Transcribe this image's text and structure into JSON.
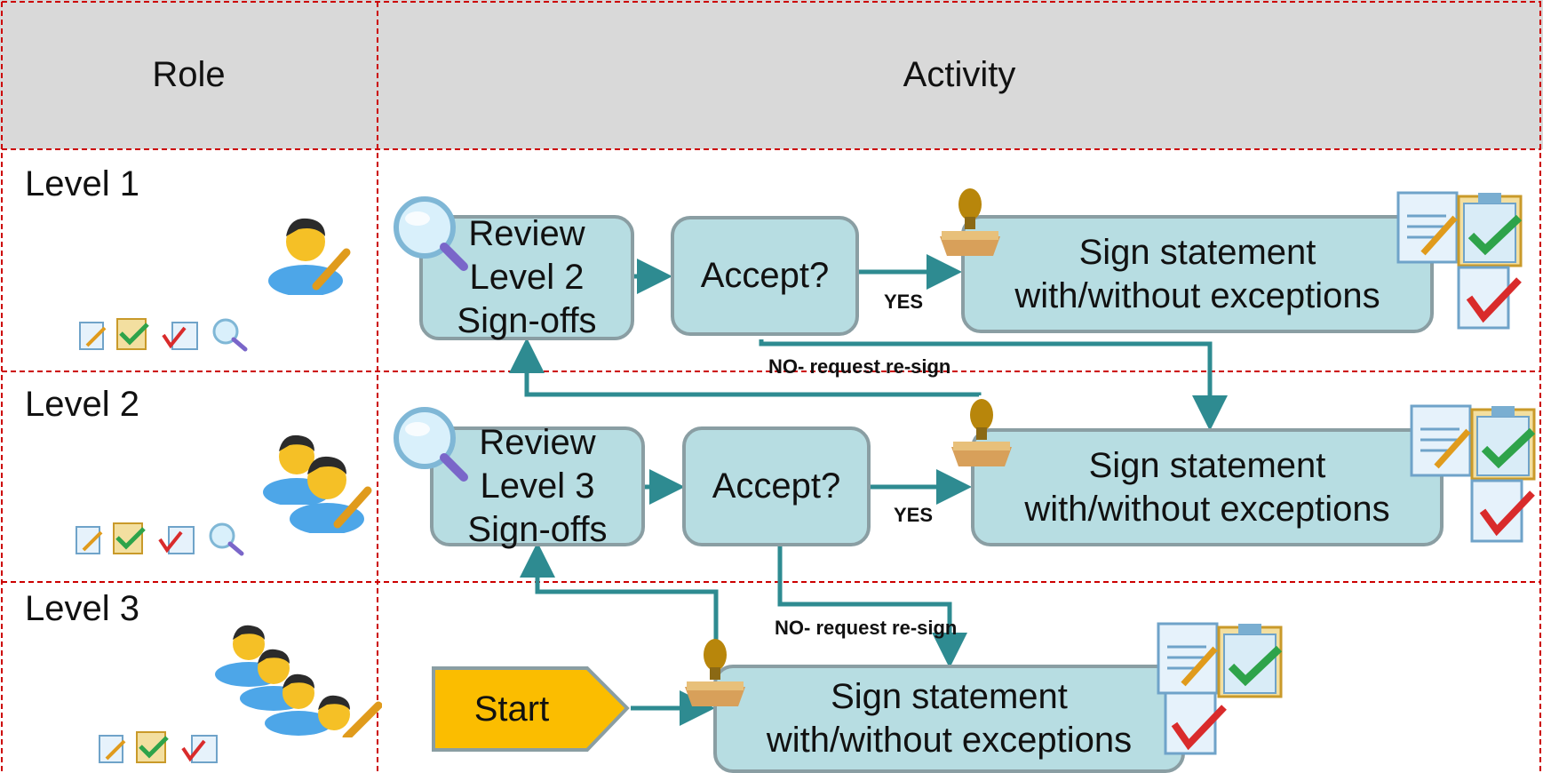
{
  "header": {
    "role_label": "Role",
    "activity_label": "Activity"
  },
  "lanes": [
    {
      "label": "Level 1"
    },
    {
      "label": "Level 2"
    },
    {
      "label": "Level 3"
    }
  ],
  "nodes": {
    "review1": [
      "Review",
      "Level 2",
      "Sign-offs"
    ],
    "accept1": [
      "Accept?"
    ],
    "sign1": [
      "Sign statement",
      "with/without exceptions"
    ],
    "review2": [
      "Review",
      "Level 3",
      "Sign-offs"
    ],
    "accept2": [
      "Accept?"
    ],
    "sign2": [
      "Sign statement",
      "with/without exceptions"
    ],
    "start": [
      "Start"
    ],
    "sign3": [
      "Sign statement",
      "with/without exceptions"
    ]
  },
  "edge_labels": {
    "yes1": "YES",
    "no1": "NO- request re-sign",
    "yes2": "YES",
    "no2": "NO- request re-sign"
  },
  "colors": {
    "header_bg": "#d9d9d9",
    "grid_line": "#cc0000",
    "box_fill": "#b7dde2",
    "box_border": "#8a9ea3",
    "arrow": "#2e8b91",
    "start_fill": "#fbbd00"
  },
  "icons": [
    "user-edit-icon",
    "edit-document-icon",
    "clipboard-check-icon",
    "document-check-icon",
    "magnifier-icon",
    "stamp-icon"
  ]
}
